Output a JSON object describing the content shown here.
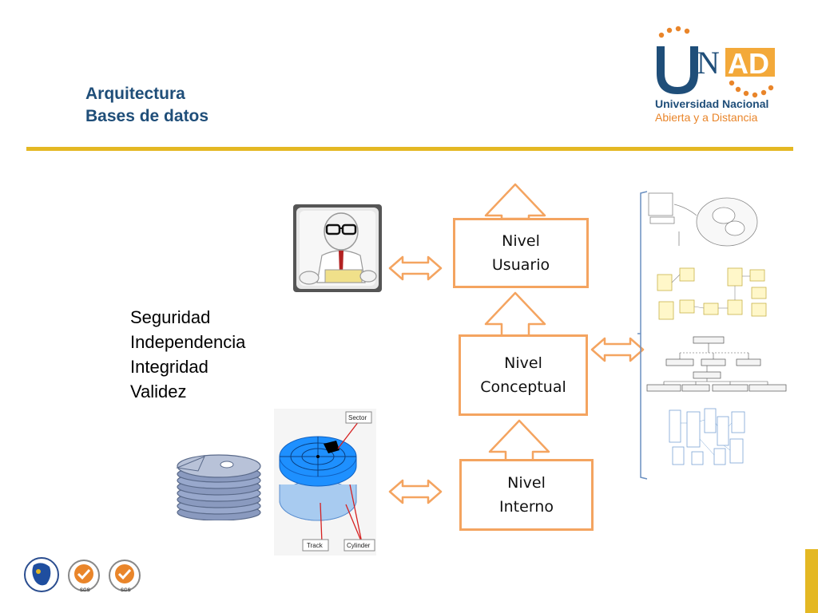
{
  "title": {
    "line1": "Arquitectura",
    "line2": "Bases de datos"
  },
  "logo": {
    "brand_u": "U",
    "brand_n": "N",
    "brand_ad": "AD",
    "line1": "Universidad Nacional",
    "line2": "Abierta y a Distancia"
  },
  "levels": [
    {
      "line1": "Nivel",
      "line2": "Usuario"
    },
    {
      "line1": "Nivel",
      "line2": "Conceptual"
    },
    {
      "line1": "Nivel",
      "line2": "Interno"
    }
  ],
  "features": [
    "Seguridad",
    "Independencia",
    "Integridad",
    "Validez"
  ],
  "disk_labels": {
    "sector": "Sector",
    "track": "Track",
    "cylinder": "Cylinder"
  },
  "footer_badges": {
    "sgs1": "SGS",
    "sgs2": "SGS"
  },
  "colors": {
    "title": "#1f4e79",
    "accent_orange": "#f4a460",
    "rule_gold": "#e4b823",
    "disk_blue": "#1e90ff"
  }
}
